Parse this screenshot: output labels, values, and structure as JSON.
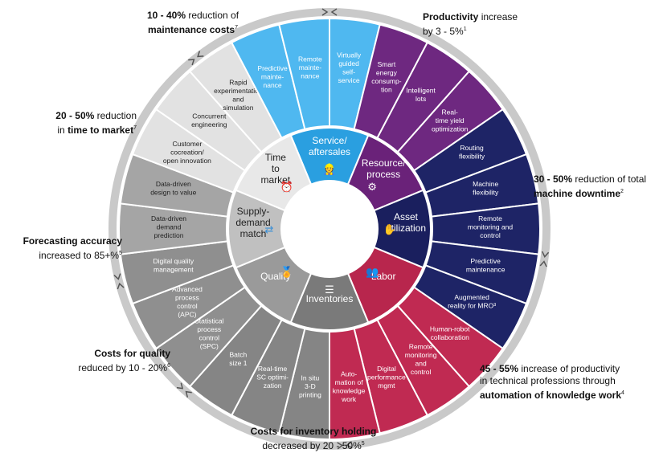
{
  "colors": {
    "service": "#2a9fe0",
    "service_outer": "#4fb8f0",
    "resource": "#6a2279",
    "resource_outer": "#6e2880",
    "asset": "#1a1f5e",
    "asset_outer": "#1e2466",
    "labor": "#b8264d",
    "labor_outer": "#c02a52",
    "inventories": "#7a7a7a",
    "inventories_outer": "#858585",
    "quality": "#9a9a9a",
    "quality_outer": "#8f8f8f",
    "supply": "#c0c0c0",
    "supply_outer": "#a5a5a5",
    "time": "#e8e8e8",
    "time_outer": "#e2e2e2",
    "ring": "#ffffff"
  },
  "inner": [
    {
      "id": "service",
      "lines": [
        "Service/",
        "aftersales"
      ],
      "icon": "worker-icon"
    },
    {
      "id": "resource",
      "lines": [
        "Resource/",
        "process"
      ],
      "icon": "gears-icon"
    },
    {
      "id": "asset",
      "lines": [
        "Asset",
        "utilization"
      ],
      "icon": "hand-coin-icon"
    },
    {
      "id": "labor",
      "lines": [
        "Labor"
      ],
      "icon": "people-icon"
    },
    {
      "id": "inventories",
      "lines": [
        "Inventories"
      ],
      "icon": "stack-icon"
    },
    {
      "id": "quality",
      "lines": [
        "Quality"
      ],
      "icon": "medal-icon"
    },
    {
      "id": "supply",
      "lines": [
        "Supply-",
        "demand",
        "match"
      ],
      "icon": "arrows-icon"
    },
    {
      "id": "time",
      "lines": [
        "Time",
        "to",
        "market"
      ],
      "icon": "clock-icon"
    }
  ],
  "outer": [
    {
      "group": "service",
      "lines": [
        "Virtually",
        "guided",
        "self-",
        "service"
      ]
    },
    {
      "group": "resource",
      "lines": [
        "Smart",
        "energy",
        "consump-",
        "tion"
      ]
    },
    {
      "group": "resource",
      "lines": [
        "Intelligent",
        "lots"
      ]
    },
    {
      "group": "resource",
      "lines": [
        "Real-",
        "time yield",
        "optimization"
      ]
    },
    {
      "group": "asset",
      "lines": [
        "Routing",
        "flexibility"
      ]
    },
    {
      "group": "asset",
      "lines": [
        "Machine",
        "flexibility"
      ]
    },
    {
      "group": "asset",
      "lines": [
        "Remote",
        "monitoring and",
        "control"
      ]
    },
    {
      "group": "asset",
      "lines": [
        "Predictive",
        "maintenance"
      ]
    },
    {
      "group": "asset",
      "lines": [
        "Augmented",
        "reality for MRO³"
      ]
    },
    {
      "group": "labor",
      "lines": [
        "Human-robot",
        "collaboration"
      ]
    },
    {
      "group": "labor",
      "lines": [
        "Remote",
        "monitoring",
        "and",
        "control"
      ]
    },
    {
      "group": "labor",
      "lines": [
        "Digital",
        "performance",
        "mgmt"
      ]
    },
    {
      "group": "labor",
      "lines": [
        "Auto-",
        "mation of",
        "knowledge",
        "work"
      ]
    },
    {
      "group": "inventories",
      "lines": [
        "In situ",
        "3-D",
        "printing"
      ]
    },
    {
      "group": "inventories",
      "lines": [
        "Real-time",
        "SC optimi-",
        "zation"
      ]
    },
    {
      "group": "inventories",
      "lines": [
        "Batch",
        "size 1"
      ]
    },
    {
      "group": "quality",
      "lines": [
        "Statistical",
        "process",
        "control",
        "(SPC)"
      ]
    },
    {
      "group": "quality",
      "lines": [
        "Advanced",
        "process",
        "control",
        "(APC)"
      ]
    },
    {
      "group": "quality",
      "lines": [
        "Digital quality",
        "management"
      ]
    },
    {
      "group": "supply",
      "lines": [
        "Data-driven",
        "demand",
        "prediction"
      ]
    },
    {
      "group": "supply",
      "lines": [
        "Data-driven",
        "design to value"
      ]
    },
    {
      "group": "time",
      "lines": [
        "Customer",
        "cocreation/",
        "open innovation"
      ]
    },
    {
      "group": "time",
      "lines": [
        "Concurrent",
        "engineering"
      ]
    },
    {
      "group": "time",
      "lines": [
        "Rapid",
        "experimentation",
        "and",
        "simulation"
      ]
    },
    {
      "group": "service",
      "lines": [
        "Predictive",
        "mainte-",
        "nance"
      ]
    },
    {
      "group": "service",
      "lines": [
        "Remote",
        "mainte-",
        "nance"
      ]
    }
  ],
  "callouts": {
    "maintenance": {
      "pre": "10 - 40%",
      "mid": " reduction of",
      "bold": "maintenance costs",
      "sup": "7"
    },
    "productivity": {
      "bold": "Productivity",
      "mid": " increase",
      "line2": "by 3 - 5%",
      "sup": "1"
    },
    "ttm": {
      "pre": "20 - 50%",
      "mid": " reduction",
      "line2a": "in ",
      "bold": "time to market",
      "sup": "7"
    },
    "downtime": {
      "pre": "30 - 50%",
      "mid": " reduction of total",
      "bold": "machine downtime",
      "sup": "2"
    },
    "forecast": {
      "bold": "Forecasting accuracy",
      "line2": "increased to 85+%",
      "sup": "5"
    },
    "knowledge": {
      "pre": "45 - 55%",
      "mid": " increase of productivity",
      "line2": "in technical professions through",
      "bold": "automation of knowledge work",
      "sup": "4"
    },
    "quality": {
      "bold": "Costs for quality",
      "line2": "reduced by 10 - 20%",
      "sup": "6"
    },
    "inventory": {
      "bold": "Costs for inventory holding",
      "line2": "decreased by 20 - 50%",
      "sup": "5"
    }
  }
}
